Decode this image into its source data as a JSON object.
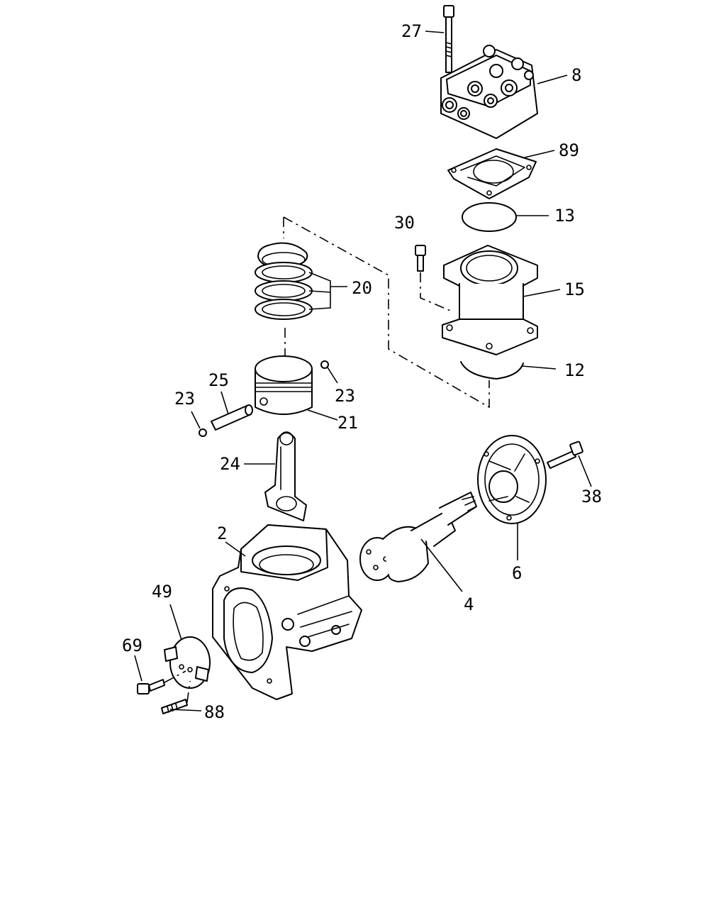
{
  "diagram": {
    "type": "exploded-parts-diagram",
    "labels": {
      "p27": "27",
      "p8": "8",
      "p89": "89",
      "p13": "13",
      "p30": "30",
      "p15": "15",
      "p12": "12",
      "p20": "20",
      "p25": "25",
      "p23a": "23",
      "p23b": "23",
      "p21": "21",
      "p24": "24",
      "p38": "38",
      "p2": "2",
      "p6": "6",
      "p4": "4",
      "p49": "49",
      "p69": "69",
      "p88": "88"
    }
  }
}
